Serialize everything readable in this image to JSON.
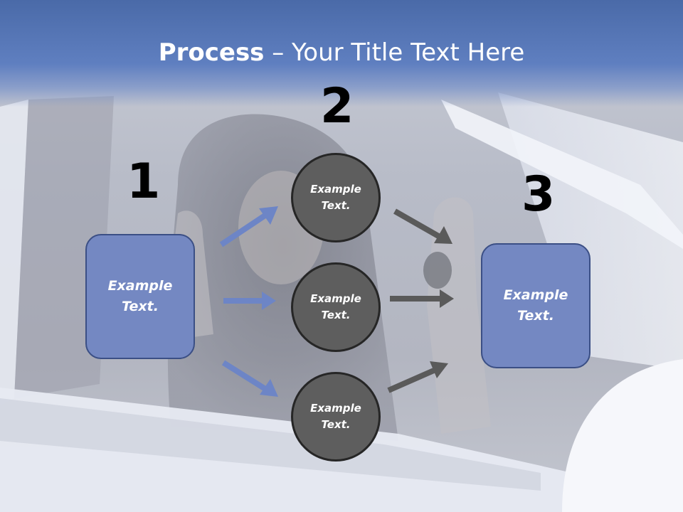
{
  "title": {
    "bold": "Process",
    "rest": " – Your Title Text Here"
  },
  "steps": [
    {
      "number": "1",
      "label": "Example Text."
    },
    {
      "number": "2",
      "items": [
        "Example Text.",
        "Example Text.",
        "Example Text."
      ]
    },
    {
      "number": "3",
      "label": "Example Text."
    }
  ],
  "colors": {
    "box_fill": "#7488c2",
    "box_border": "#3b4f85",
    "circle_fill": "#5e5e5e",
    "title_band": "#5f7fc0",
    "arrow_in": "#6d85c6",
    "arrow_out": "#5a5a5a"
  }
}
